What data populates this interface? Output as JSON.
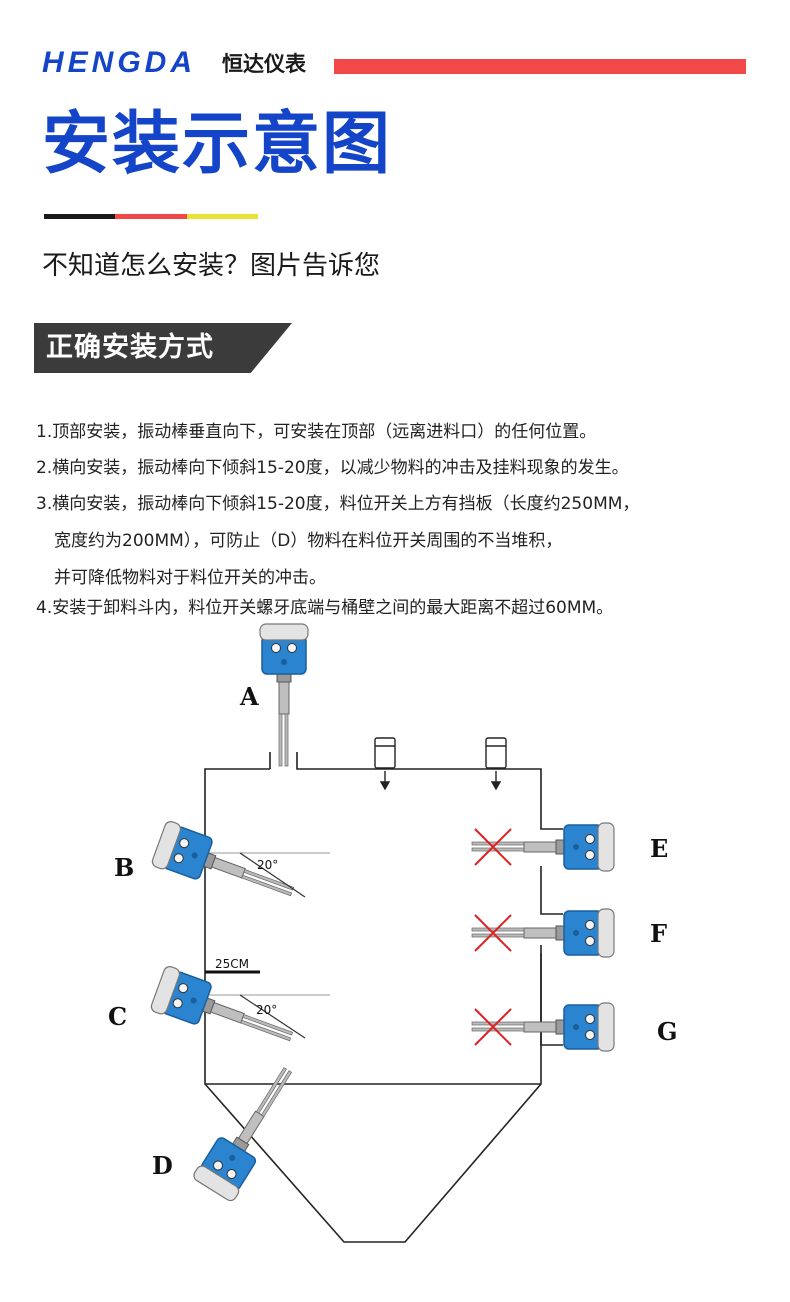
{
  "header": {
    "brand": "HENGDA",
    "brand_cn": "恒达仪表",
    "title": "安装示意图",
    "subtitle": "不知道怎么安装？图片告诉您",
    "accent_colors": [
      "#1444c8",
      "#f24848",
      "#1a1a1a",
      "#e8e235"
    ]
  },
  "section": {
    "banner": "正确安装方式"
  },
  "notes": [
    "1.顶部安装，振动棒垂直向下，可安装在顶部（远离进料口）的任何位置。",
    "2.横向安装，振动棒向下倾斜15-20度，以减少物料的冲击及挂料现象的发生。",
    "3.横向安装，振动棒向下倾斜15-20度，料位开关上方有挡板（长度约250MM，",
    "宽度约为200MM），可防止（D）物料在料位开关周围的不当堆积，",
    "并可降低物料对于料位开关的冲击。",
    "4.安装于卸料斗内，料位开关螺牙底端与桶壁之间的最大距离不超过60MM。"
  ],
  "diagram": {
    "labels": {
      "A": "A",
      "B": "B",
      "C": "C",
      "D": "D",
      "E": "E",
      "F": "F",
      "G": "G"
    },
    "angle_b": "20°",
    "angle_c": "20°",
    "baffle_label": "25CM",
    "switch_color": "#2a84d0"
  }
}
